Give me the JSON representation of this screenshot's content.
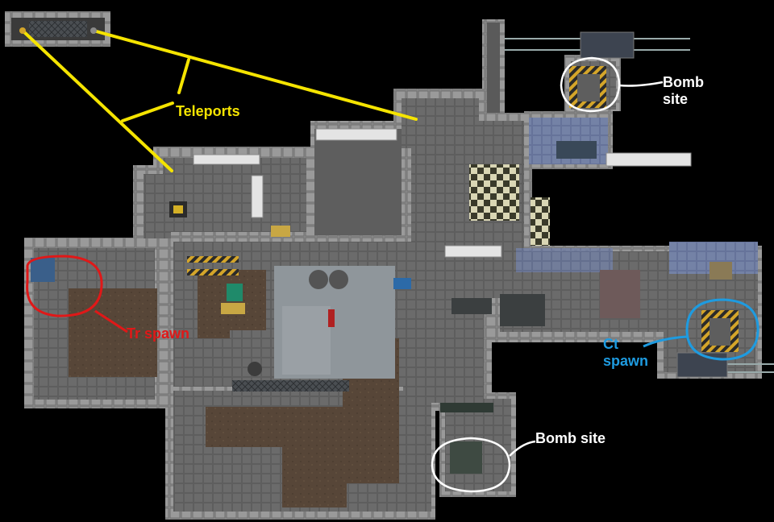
{
  "map": {
    "colors": {
      "background": "#000000",
      "floor": "#6e6e6e",
      "floor_dark": "#565656",
      "wall": "#8a8a8a",
      "dirt": "#5a4a3e",
      "ct_floor": "#6f7fa8",
      "teleport_lines": "#f5e400",
      "tr_marker": "#e01818",
      "ct_marker": "#1e9be0",
      "bombsite_marker": "#ffffff"
    }
  },
  "annotations": {
    "teleports": "Teleports",
    "bomb_site_north": "Bomb site",
    "tr_spawn": "Tr spawn",
    "ct_spawn": "Ct spawn",
    "bomb_site_south": "Bomb site"
  }
}
